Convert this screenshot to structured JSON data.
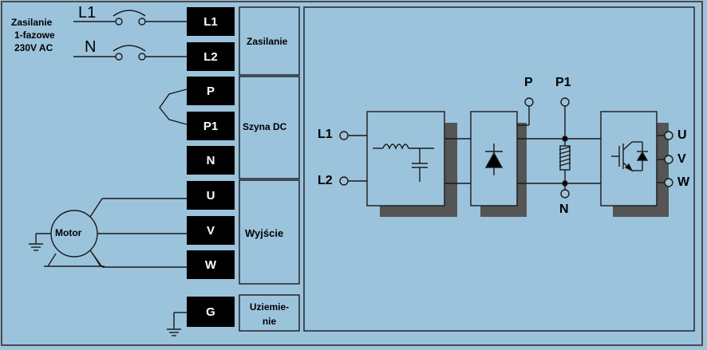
{
  "supply": {
    "text_line1": "Zasilanie",
    "text_line2": "1-fazowe",
    "text_line3": "230V AC",
    "l1": "L1",
    "n": "N"
  },
  "terminals": {
    "L1": "L1",
    "L2": "L2",
    "P": "P",
    "P1": "P1",
    "N": "N",
    "U": "U",
    "V": "V",
    "W": "W",
    "G": "G"
  },
  "sections": {
    "supply": "Zasilanie",
    "dc_bus": "Szyna DC",
    "output": "Wyjście",
    "ground_line1": "Uziemie-",
    "ground_line2": "nie"
  },
  "motor": {
    "label": "Motor"
  },
  "inverter_diagram": {
    "in1": "L1",
    "in2": "L2",
    "p": "P",
    "p1": "P1",
    "n": "N",
    "out_u": "U",
    "out_v": "V",
    "out_w": "W"
  },
  "colors": {
    "background": "#9cc3dc",
    "terminal": "#000000",
    "shadow": "#555555"
  }
}
